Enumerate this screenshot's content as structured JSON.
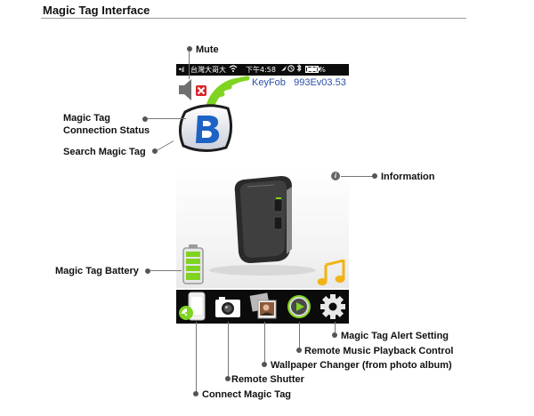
{
  "page": {
    "title": "Magic Tag Interface"
  },
  "status_bar": {
    "signal": "•ıl",
    "carrier": "台灣大哥大",
    "time": "下午4:58",
    "battery": "100%"
  },
  "device_info": {
    "name": "KeyFob",
    "id": "993Ev03.53"
  },
  "annotations": {
    "mute": "Mute",
    "connection_status_line1": "Magic Tag",
    "connection_status_line2": "Connection Status",
    "search": "Search Magic Tag",
    "information": "Information",
    "battery": "Magic Tag Battery",
    "alert_setting": "Magic Tag Alert Setting",
    "music_control": "Remote Music Playback Control",
    "wallpaper": "Wallpaper Changer (from photo album)",
    "shutter": "Remote Shutter",
    "connect": "Connect Magic Tag"
  },
  "icons": {
    "mute": "speaker-muted-icon",
    "signal": "wireless-signal-icon",
    "search": "bluetooth-search-icon",
    "info": "info-icon",
    "battery": "battery-full-icon",
    "music": "music-note-icon",
    "connect": "phone-connect-icon",
    "shutter": "camera-icon",
    "wallpaper": "photo-album-icon",
    "music_control": "play-icon",
    "alert": "gear-icon"
  },
  "colors": {
    "accent_green": "#7fd321",
    "accent_blue": "#2a4fa8",
    "mute_red": "#d8262b",
    "music_gold": "#f0b417",
    "status_bar_bg": "#0c0c0c"
  },
  "battery_level": 1.0
}
